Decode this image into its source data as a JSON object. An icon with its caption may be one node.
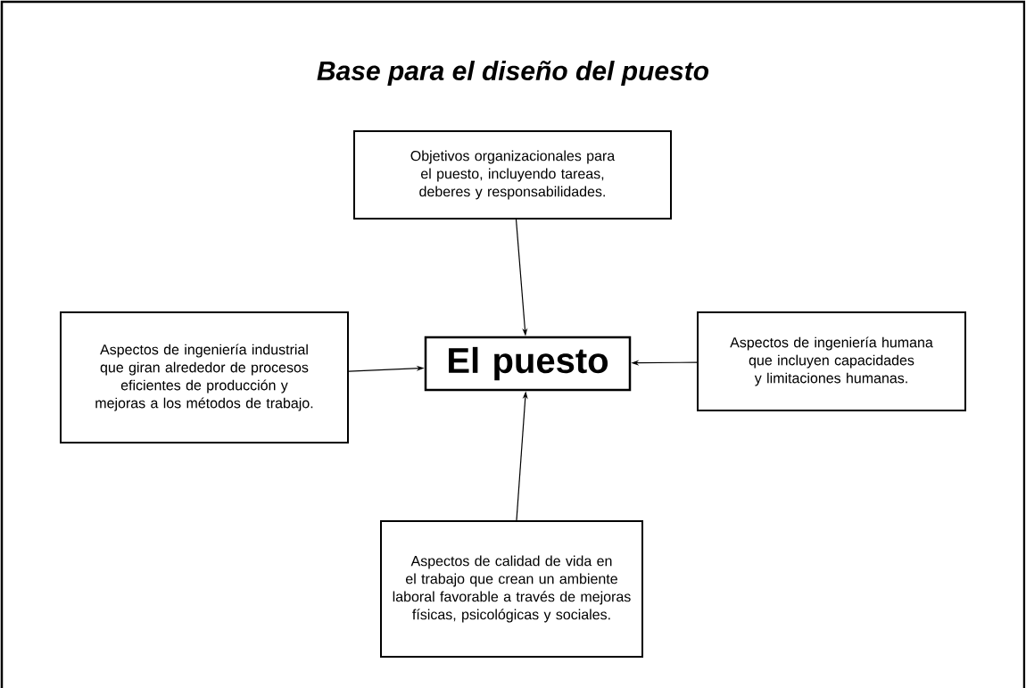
{
  "diagram": {
    "title": "Base para el diseño del puesto",
    "nodes": [
      {
        "text": [
          "Objetivos organizacionales para el puesto, incluyendo tareas, deberes y responsabilidades."
        ]
      },
      {
        "text": [
          "Aspectos de ingeniería industrial que giran alrededor de procesos eficientes de producción y mejoras a los métodos de trabajo."
        ]
      },
      {
        "text": [
          "El puesto"
        ]
      },
      {
        "text": [
          "Aspectos de ingeniería humana que incluyen capacidades y limitaciones humanas."
        ]
      },
      {
        "text": [
          "Aspectos de calidad de vida en el trabajo que crean un ambiente laboral favorable a través de mejoras físicas, psicológicas y sociales."
        ]
      }
    ],
    "edges": [
      {
        "from": 0,
        "to": 2,
        "arrow": "to"
      },
      {
        "from": 1,
        "to": 2,
        "arrow": "to"
      },
      {
        "from": 3,
        "to": 2,
        "arrow": "to"
      },
      {
        "from": 4,
        "to": 2,
        "arrow": "to"
      }
    ]
  }
}
